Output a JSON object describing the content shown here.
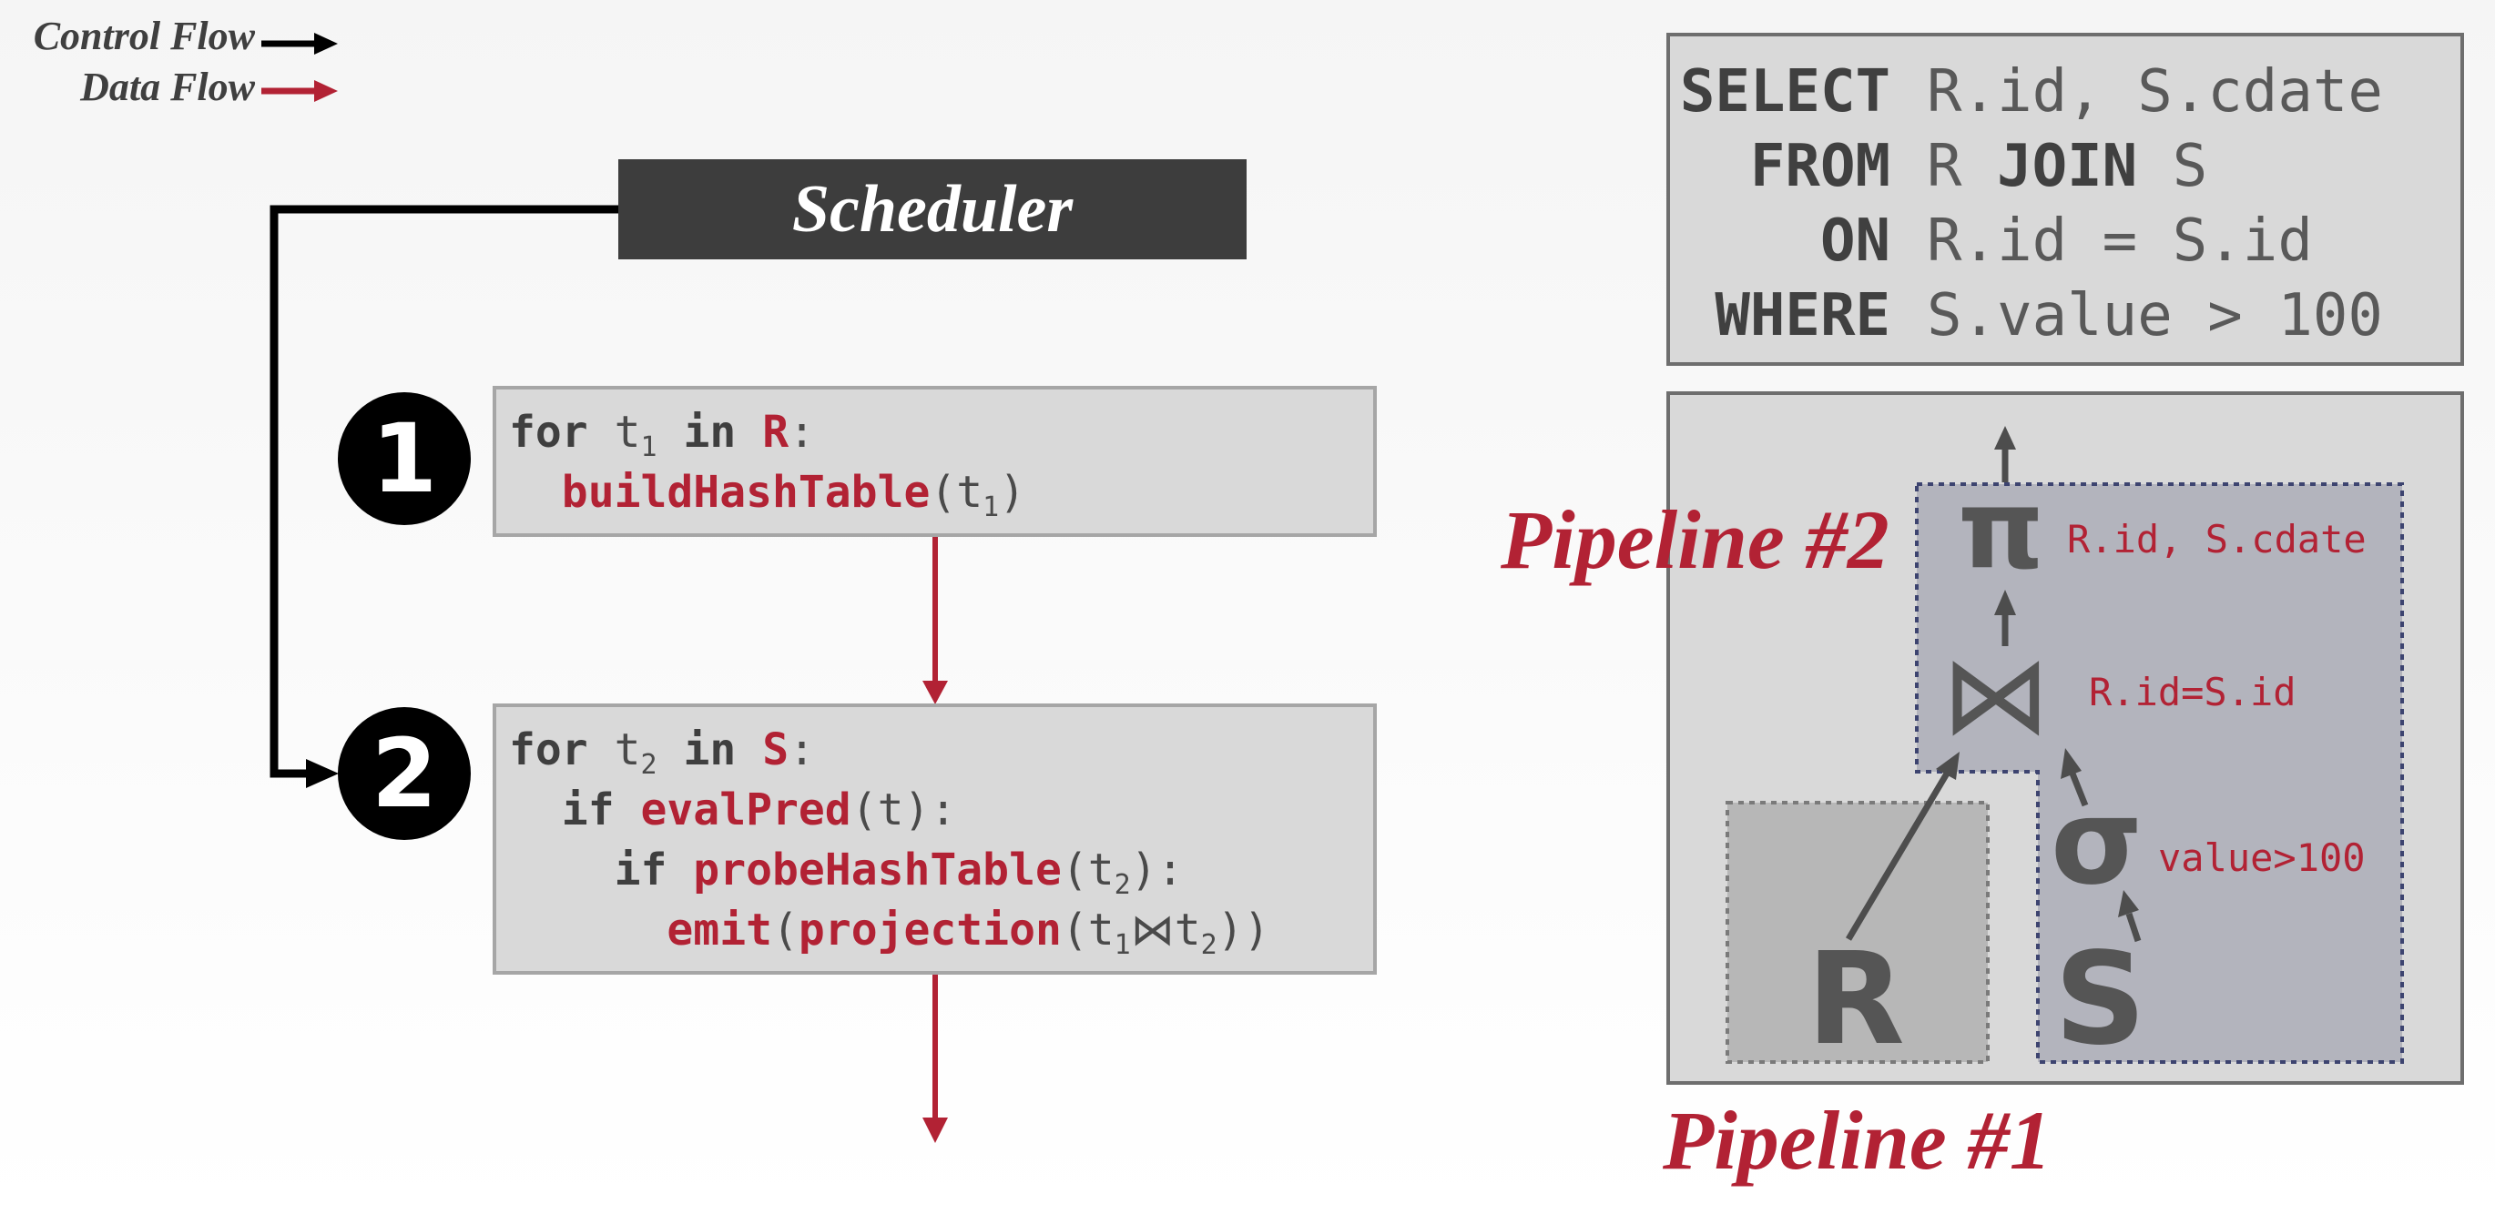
{
  "legend": {
    "control_flow": "Control Flow",
    "data_flow": "Data Flow",
    "control_color": "#000000",
    "data_color": "#b22234"
  },
  "scheduler": {
    "label": "Scheduler"
  },
  "tasks": [
    {
      "badge": "1",
      "lines": [
        [
          "for",
          "t",
          "1",
          "in",
          "R",
          ":"
        ],
        [
          "buildHashTable",
          "(t",
          "1",
          ")"
        ]
      ]
    },
    {
      "badge": "2",
      "lines": [
        [
          "for",
          "t",
          "2",
          "in",
          "S",
          ":"
        ],
        [
          "if",
          "evalPred",
          "(t):"
        ],
        [
          "if",
          "probeHashTable",
          "(t",
          "2",
          "):"
        ],
        [
          "emit",
          "(",
          "projection",
          "(t",
          "1",
          "⋈",
          "t",
          "2",
          "))"
        ]
      ]
    }
  ],
  "sql": [
    {
      "keyword": "SELECT",
      "text": "R.id, S.cdate"
    },
    {
      "keyword": "FROM",
      "text_a": "R ",
      "keyword_b": "JOIN",
      "text_b": " S"
    },
    {
      "keyword": "ON",
      "text": "R.id = S.id"
    },
    {
      "keyword": "WHERE",
      "text": "S.value > 100"
    }
  ],
  "plan": {
    "projection_symbol": "π",
    "projection_label": "R.id, S.cdate",
    "join_symbol": "⋈",
    "join_label": "R.id=S.id",
    "selection_symbol": "σ",
    "selection_label": "value>100",
    "left_table": "R",
    "right_table": "S"
  },
  "pipelines": {
    "pipeline2": "Pipeline #2",
    "pipeline1": "Pipeline #1"
  }
}
